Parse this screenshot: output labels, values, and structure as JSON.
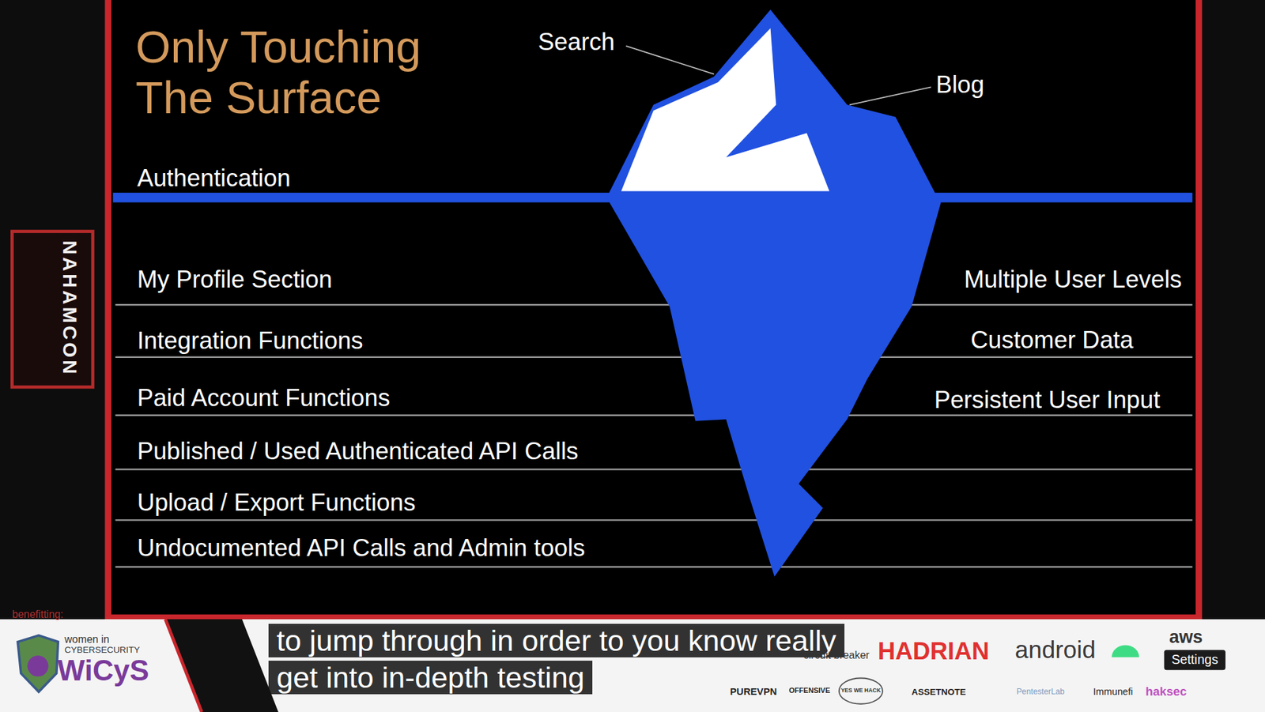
{
  "diagram": {
    "title": "Only Touching The Surface",
    "labels": [
      "Search",
      "Blog",
      "Authentication",
      "My Profile Section",
      "Integration Functions",
      "Paid Account Functions",
      "Published / Used Authenticated API Calls",
      "Upload / Export Functions",
      "Undocumented API Calls and Admin tools",
      "Multiple User Levels",
      "Customer Data",
      "Persistent User Input",
      "to jump through in order to you know really get into in-depth testing",
      "NAHAMCON",
      "benefitting:",
      "women in",
      "CYBERSECURITY",
      "WiCyS",
      "HADRIAN",
      "android",
      "aws",
      "Settings",
      "circuit breaker",
      "PUREVPN",
      "OFFENSIVE",
      "YES WE HACK",
      "ASSETNOTE",
      "PentesterLab",
      "Immunefi",
      "haksec"
    ]
  }
}
